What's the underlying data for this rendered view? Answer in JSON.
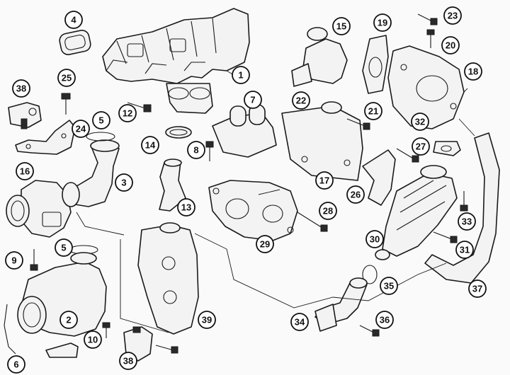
{
  "callouts": [
    {
      "id": "1",
      "label": "1"
    },
    {
      "id": "3",
      "label": "3"
    },
    {
      "id": "4",
      "label": "4"
    },
    {
      "id": "5a",
      "label": "5"
    },
    {
      "id": "5b",
      "label": "5"
    },
    {
      "id": "6",
      "label": "6"
    },
    {
      "id": "7",
      "label": "7"
    },
    {
      "id": "8",
      "label": "8"
    },
    {
      "id": "9",
      "label": "9"
    },
    {
      "id": "10",
      "label": "10"
    },
    {
      "id": "12",
      "label": "12"
    },
    {
      "id": "13",
      "label": "13"
    },
    {
      "id": "14",
      "label": "14"
    },
    {
      "id": "15",
      "label": "15"
    },
    {
      "id": "16",
      "label": "16"
    },
    {
      "id": "17",
      "label": "17"
    },
    {
      "id": "18",
      "label": "18"
    },
    {
      "id": "19",
      "label": "19"
    },
    {
      "id": "20",
      "label": "20"
    },
    {
      "id": "21",
      "label": "21"
    },
    {
      "id": "22",
      "label": "22"
    },
    {
      "id": "23",
      "label": "23"
    },
    {
      "id": "24",
      "label": "24"
    },
    {
      "id": "25",
      "label": "25"
    },
    {
      "id": "26",
      "label": "26"
    },
    {
      "id": "27",
      "label": "27"
    },
    {
      "id": "28",
      "label": "28"
    },
    {
      "id": "29",
      "label": "29"
    },
    {
      "id": "30",
      "label": "30"
    },
    {
      "id": "31",
      "label": "31"
    },
    {
      "id": "32",
      "label": "32"
    },
    {
      "id": "33",
      "label": "33"
    },
    {
      "id": "34",
      "label": "34"
    },
    {
      "id": "35",
      "label": "35"
    },
    {
      "id": "36",
      "label": "36"
    },
    {
      "id": "37",
      "label": "37"
    },
    {
      "id": "38a",
      "label": "38"
    },
    {
      "id": "38b",
      "label": "38"
    },
    {
      "id": "39",
      "label": "39"
    },
    {
      "id": "2",
      "label": "2"
    }
  ]
}
